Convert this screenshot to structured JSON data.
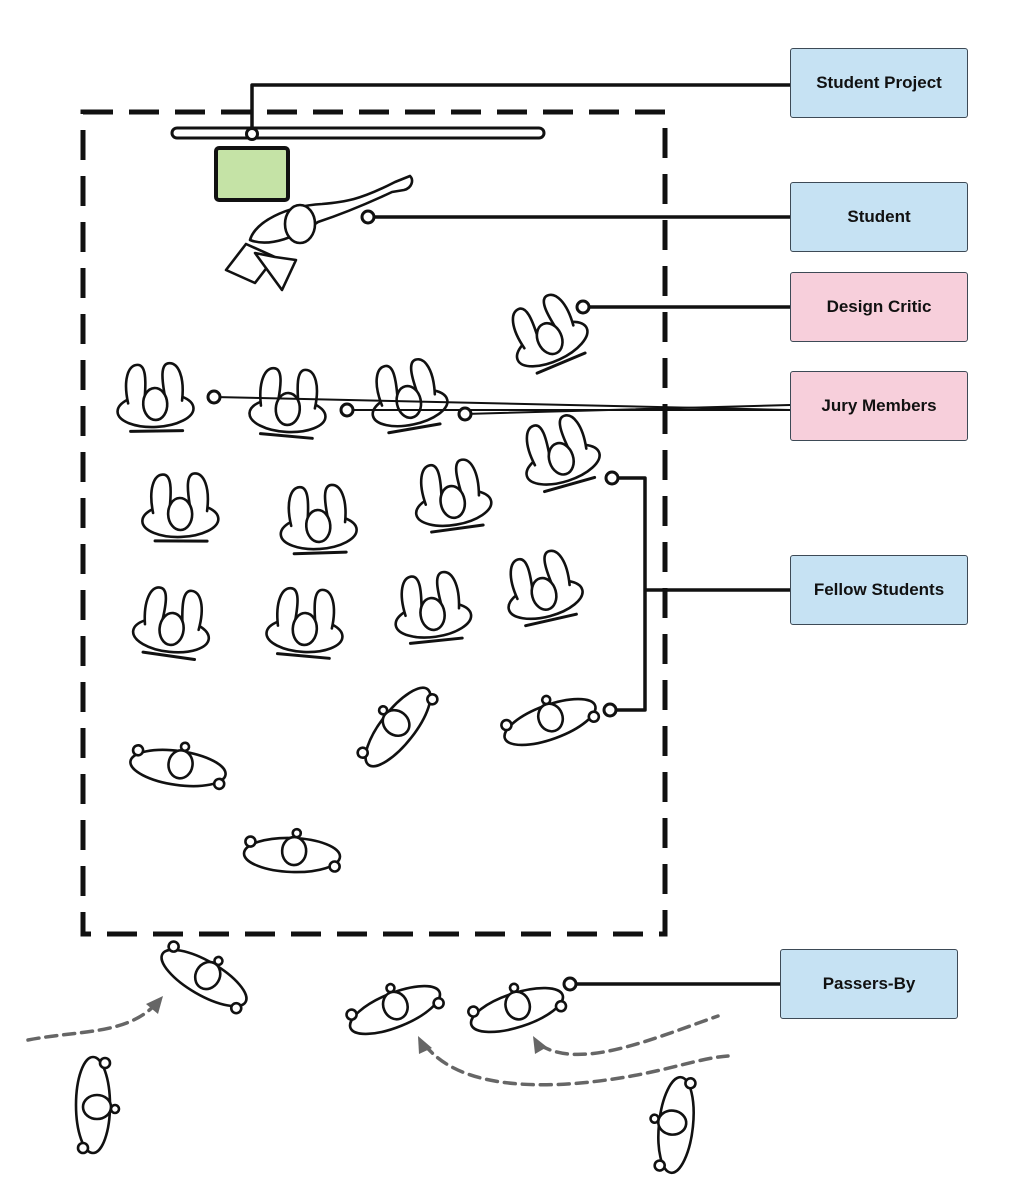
{
  "labels": {
    "student_project": "Student Project",
    "student": "Student",
    "design_critic": "Design Critic",
    "jury_members": "Jury Members",
    "fellow_students": "Fellow Students",
    "passers_by": "Passers-By"
  },
  "colors": {
    "student_role": "#c6e2f3",
    "critic_role": "#f7cfdb",
    "project_board": "#c5e3a6",
    "dashed_boundary": "#111111",
    "movement_path": "#666666"
  },
  "icons": {
    "person_seated": "person-seated-icon",
    "person_standing": "person-standing-icon",
    "student_presenter": "student-presenter-icon",
    "connector_dot": "connector-dot-icon"
  }
}
